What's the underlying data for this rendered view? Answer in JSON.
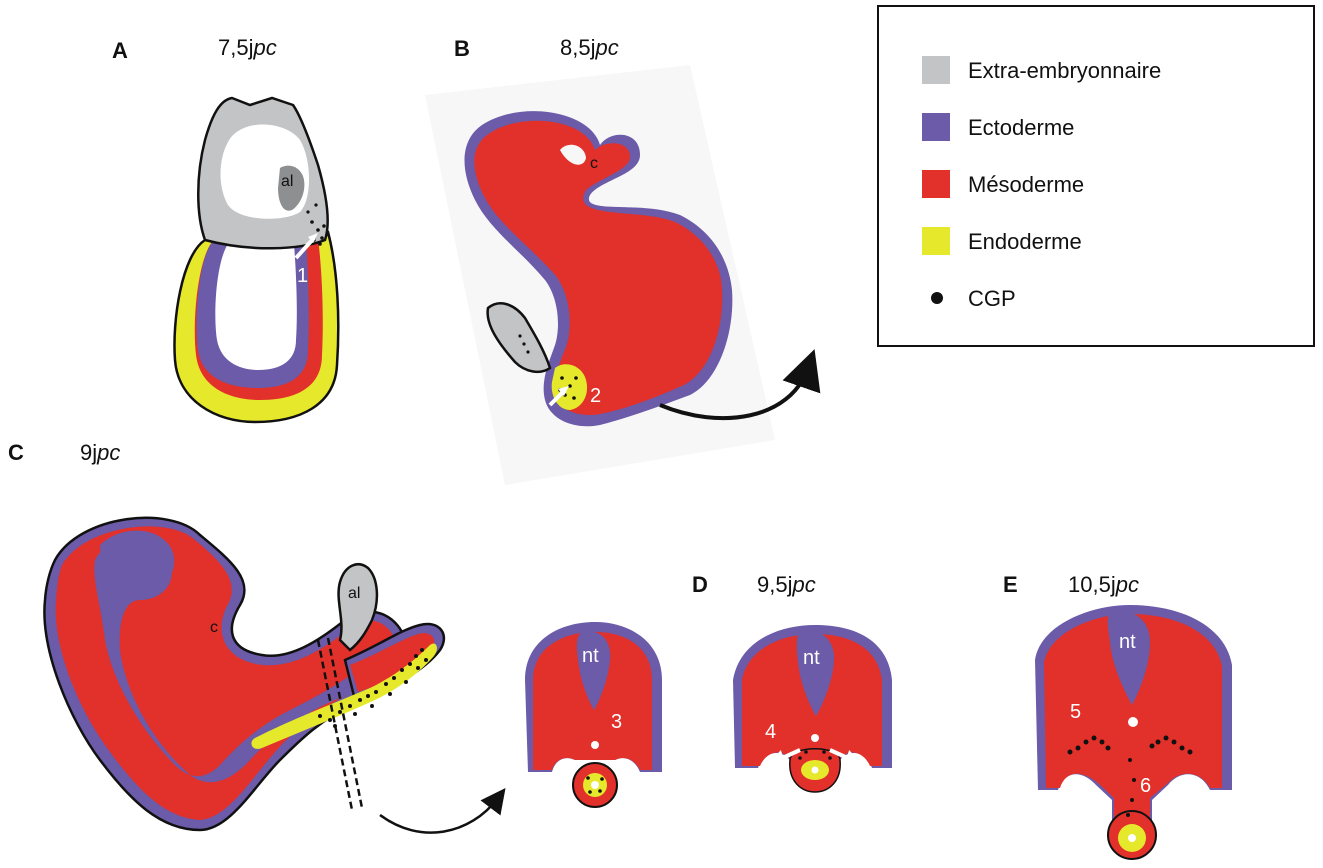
{
  "colors": {
    "extra": "#c3c4c5",
    "ectoderm": "#6b5ba8",
    "mesoderm": "#e2302b",
    "endoderm": "#e6e82c",
    "outline": "#111111",
    "cgp": "#111111"
  },
  "panels": {
    "A": {
      "letter": "A",
      "stage_num": "7,5j",
      "stage_unit": "pc",
      "labels": {
        "al": "al",
        "n1": "1"
      }
    },
    "B": {
      "letter": "B",
      "stage_num": "8,5j",
      "stage_unit": "pc",
      "labels": {
        "c": "c",
        "n2": "2"
      }
    },
    "C": {
      "letter": "C",
      "stage_num": "9j",
      "stage_unit": "pc",
      "labels": {
        "c": "c",
        "al": "al"
      }
    },
    "C_section": {
      "labels": {
        "nt": "nt",
        "n3": "3"
      }
    },
    "D": {
      "letter": "D",
      "stage_num": "9,5j",
      "stage_unit": "pc",
      "labels": {
        "nt": "nt",
        "n4": "4"
      }
    },
    "E": {
      "letter": "E",
      "stage_num": "10,5j",
      "stage_unit": "pc",
      "labels": {
        "nt": "nt",
        "n5": "5",
        "n6": "6"
      }
    }
  },
  "legend": {
    "items": [
      {
        "label": "Extra-embryonnaire",
        "kind": "swatch",
        "color": "#c3c4c5"
      },
      {
        "label": "Ectoderme",
        "kind": "swatch",
        "color": "#6b5ba8"
      },
      {
        "label": "Mésoderme",
        "kind": "swatch",
        "color": "#e2302b"
      },
      {
        "label": "Endoderme",
        "kind": "swatch",
        "color": "#e6e82c"
      },
      {
        "label": "CGP",
        "kind": "dot",
        "color": "#111111"
      }
    ]
  }
}
